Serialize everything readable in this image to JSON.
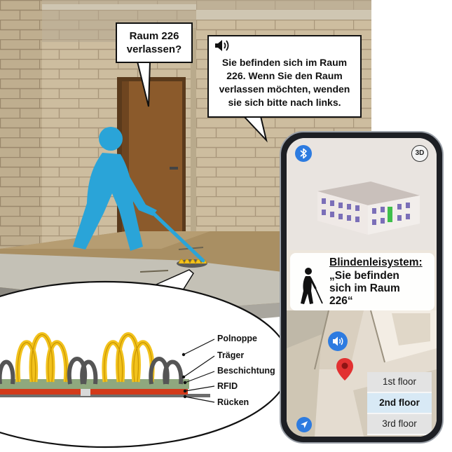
{
  "speech": {
    "user_line1": "Raum 226",
    "user_line2": "verlassen?",
    "system_line1": "Sie befinden sich im Raum",
    "system_line2": "226. Wenn Sie den Raum",
    "system_line3": "verlassen möchten, wenden",
    "system_line4": "sie sich bitte nach links."
  },
  "layers": [
    "Polnoppe",
    "Träger",
    "Beschichtung",
    "RFID",
    "Rücken"
  ],
  "app": {
    "mode_3d": "3D",
    "info_title": "Blindenleisystem:",
    "info_line1": "„Sie befinden",
    "info_line2": "sich im Raum",
    "info_line3": "226“",
    "floors": [
      "1st floor",
      "2nd floor",
      "3rd floor"
    ],
    "active_floor_index": 1
  },
  "icons": [
    "speaker-icon",
    "bluetooth-icon",
    "3d-view-icon",
    "location-pin-icon",
    "navigation-arrow-icon",
    "blind-person-icon"
  ],
  "colors": {
    "accent_blue": "#2d7be0",
    "figure_blue": "#2aa4d8",
    "pin_red": "#e23131",
    "carpet_yellow": "#f2c21c",
    "rfid_red": "#d23a1a",
    "coating_green": "#8fa87e"
  }
}
